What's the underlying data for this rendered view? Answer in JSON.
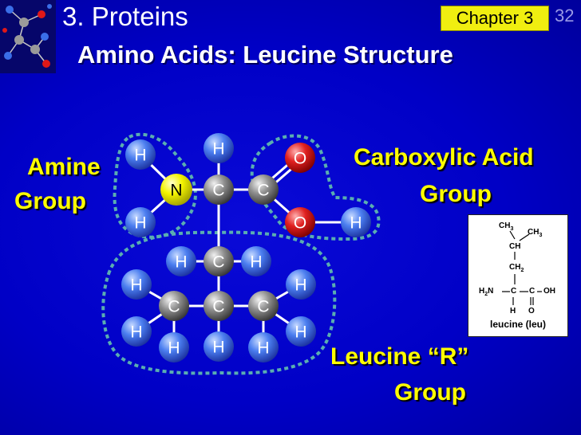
{
  "header": {
    "section": "3.  Proteins",
    "chapter_badge": "Chapter 3",
    "page_number": "32",
    "title": "Amino Acids: Leucine Structure"
  },
  "labels": {
    "amine_line1": "Amine",
    "amine_line2": "Group",
    "carboxylic_line1": "Carboxylic Acid",
    "carboxylic_line2": "Group",
    "leucine_line1": "Leucine “R”",
    "leucine_line2": "Group"
  },
  "colors": {
    "background": "#0000c4",
    "badge": "#f0ee10",
    "label": "#ffff00",
    "group_outline": "#55aaaa",
    "hydrogen": "#3a6ee8",
    "carbon": "#8a8a8a",
    "oxygen": "#e01818",
    "nitrogen": "#f2f200"
  },
  "molecule": {
    "atoms": [
      {
        "id": "H1",
        "el": "H"
      },
      {
        "id": "H2",
        "el": "H"
      },
      {
        "id": "N",
        "el": "N"
      },
      {
        "id": "Ca",
        "el": "C"
      },
      {
        "id": "Cc",
        "el": "C"
      },
      {
        "id": "O1",
        "el": "O"
      },
      {
        "id": "O2",
        "el": "O"
      },
      {
        "id": "H3",
        "el": "H"
      },
      {
        "id": "H4",
        "el": "H"
      },
      {
        "id": "Cb",
        "el": "C"
      },
      {
        "id": "Hb1",
        "el": "H"
      },
      {
        "id": "Hb2",
        "el": "H"
      },
      {
        "id": "Cg",
        "el": "C"
      },
      {
        "id": "Hg",
        "el": "H"
      },
      {
        "id": "Cd1",
        "el": "C"
      },
      {
        "id": "Hd1a",
        "el": "H"
      },
      {
        "id": "Hd1b",
        "el": "H"
      },
      {
        "id": "Hd1c",
        "el": "H"
      },
      {
        "id": "Cd2",
        "el": "C"
      },
      {
        "id": "Hd2a",
        "el": "H"
      },
      {
        "id": "Hd2b",
        "el": "H"
      },
      {
        "id": "Hd2c",
        "el": "H"
      }
    ],
    "bonds": [
      [
        "H1",
        "N",
        1
      ],
      [
        "H2",
        "N",
        1
      ],
      [
        "N",
        "Ca",
        1
      ],
      [
        "Ca",
        "H3",
        1
      ],
      [
        "Ca",
        "Cc",
        1
      ],
      [
        "Cc",
        "O1",
        2
      ],
      [
        "Cc",
        "O2",
        1
      ],
      [
        "O2",
        "H4",
        1
      ],
      [
        "Ca",
        "Cb",
        1
      ],
      [
        "Cb",
        "Hb1",
        1
      ],
      [
        "Cb",
        "Hb2",
        1
      ],
      [
        "Cb",
        "Cg",
        1
      ],
      [
        "Cg",
        "Hg",
        1
      ],
      [
        "Cg",
        "Cd1",
        1
      ],
      [
        "Cg",
        "Cd2",
        1
      ],
      [
        "Cd1",
        "Hd1a",
        1
      ],
      [
        "Cd1",
        "Hd1b",
        1
      ],
      [
        "Cd1",
        "Hd1c",
        1
      ],
      [
        "Cd2",
        "Hd2a",
        1
      ],
      [
        "Cd2",
        "Hd2b",
        1
      ],
      [
        "Cd2",
        "Hd2c",
        1
      ]
    ]
  },
  "reference_card": {
    "ch3_a": "CH",
    "ch3_a_sub": "3",
    "ch3_b": "CH",
    "ch3_b_sub": "3",
    "ch": "CH",
    "ch2": "CH",
    "ch2_sub": "2",
    "h2n": "H",
    "h2n_sub": "2",
    "h2n_end": "N",
    "c1": "C",
    "c2": "C",
    "oh": "OH",
    "h": "H",
    "o": "O",
    "name": "leucine (leu)"
  }
}
